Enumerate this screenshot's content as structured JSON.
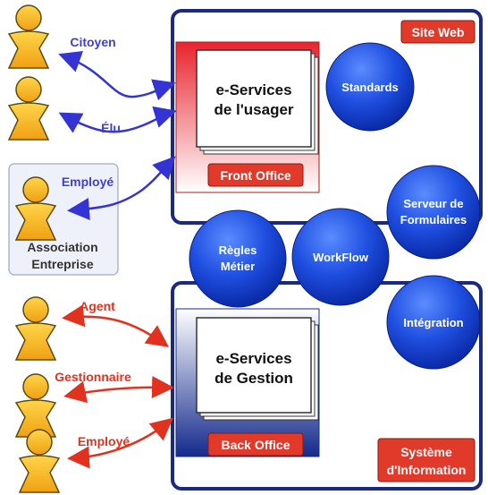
{
  "zones": {
    "site_web": "Site Web",
    "systeme_1": "Système",
    "systeme_2": "d'Information"
  },
  "front_office": {
    "card_line1": "e-Services",
    "card_line2": "de l'usager",
    "tag": "Front Office"
  },
  "back_office": {
    "card_line1": "e-Services",
    "card_line2": "de Gestion",
    "tag": "Back Office"
  },
  "circles": {
    "standards": "Standards",
    "serveur_1": "Serveur de",
    "serveur_2": "Formulaires",
    "regles_1": "Règles",
    "regles_2": "Métier",
    "workflow": "WorkFlow",
    "integration": "Intégration"
  },
  "actors": {
    "citoyen": "Citoyen",
    "elu": "Élu",
    "employe_top": "Employé",
    "association": "Association",
    "entreprise": "Entreprise",
    "agent": "Agent",
    "gestionnaire": "Gestionnaire",
    "employe_bottom": "Employé"
  },
  "colors": {
    "blue_arrow": "#3434d4",
    "red_arrow": "#e0321e",
    "circle_blue": "#1a4fd8",
    "tag_red": "#e23a2a"
  }
}
